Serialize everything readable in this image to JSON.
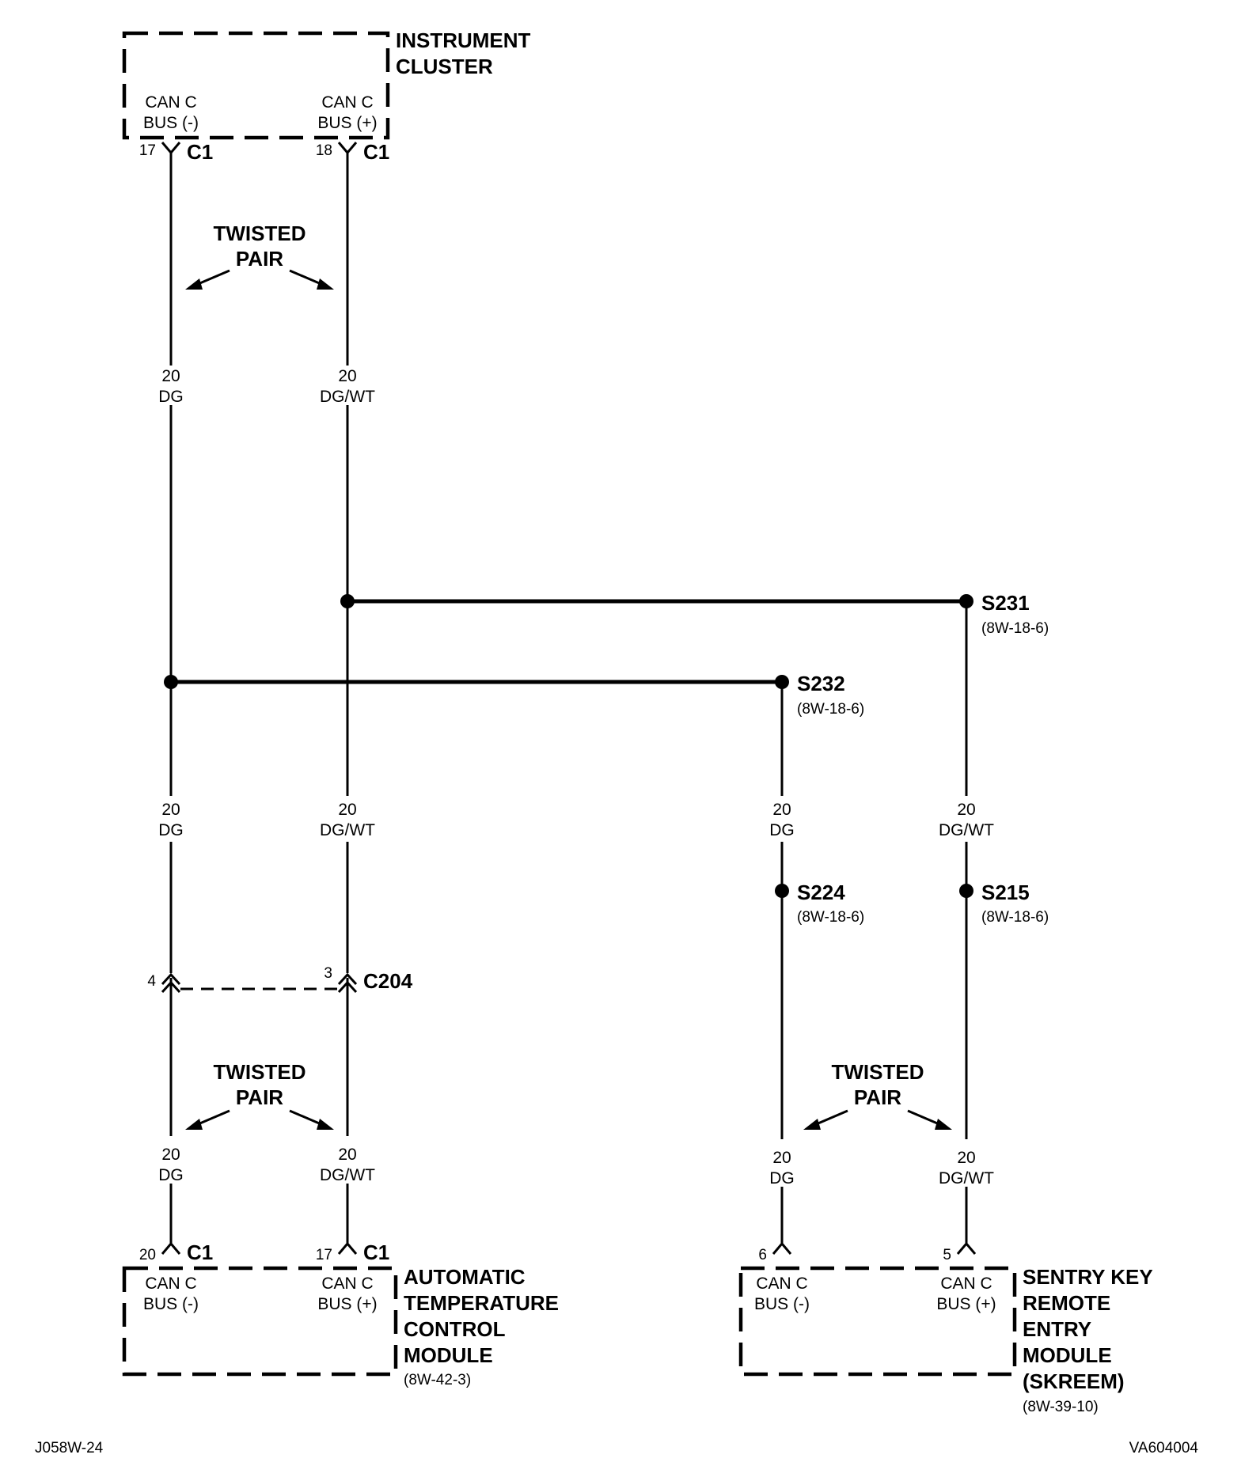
{
  "modules": {
    "instrument_cluster": {
      "name_lines": [
        "INSTRUMENT",
        "CLUSTER"
      ],
      "pin_left": [
        "CAN C",
        "BUS (-)"
      ],
      "pin_right": [
        "CAN C",
        "BUS (+)"
      ],
      "connector_left": {
        "pin": "17",
        "name": "C1"
      },
      "connector_right": {
        "pin": "18",
        "name": "C1"
      }
    },
    "atc_module": {
      "name_lines": [
        "AUTOMATIC",
        "TEMPERATURE",
        "CONTROL",
        "MODULE"
      ],
      "ref": "(8W-42-3)",
      "pin_left": [
        "CAN C",
        "BUS (-)"
      ],
      "pin_right": [
        "CAN C",
        "BUS (+)"
      ],
      "connector_left": {
        "pin": "20",
        "name": "C1"
      },
      "connector_right": {
        "pin": "17",
        "name": "C1"
      }
    },
    "skreem": {
      "name_lines": [
        "SENTRY KEY",
        "REMOTE",
        "ENTRY",
        "MODULE",
        "(SKREEM)"
      ],
      "ref": "(8W-39-10)",
      "pin_left": [
        "CAN C",
        "BUS (-)"
      ],
      "pin_right": [
        "CAN C",
        "BUS (+)"
      ],
      "connector_left": {
        "pin": "6"
      },
      "connector_right": {
        "pin": "5"
      }
    }
  },
  "wires": {
    "dg": {
      "gauge": "20",
      "color": "DG"
    },
    "dgwt": {
      "gauge": "20",
      "color": "DG/WT"
    }
  },
  "twisted_pair": [
    "TWISTED",
    "PAIR"
  ],
  "splices": {
    "s231": {
      "name": "S231",
      "ref": "(8W-18-6)"
    },
    "s232": {
      "name": "S232",
      "ref": "(8W-18-6)"
    },
    "s224": {
      "name": "S224",
      "ref": "(8W-18-6)"
    },
    "s215": {
      "name": "S215",
      "ref": "(8W-18-6)"
    }
  },
  "inline_connector": {
    "name": "C204",
    "pin_left": "4",
    "pin_right": "3"
  },
  "footer": {
    "left": "J058W-24",
    "right": "VA604004"
  }
}
